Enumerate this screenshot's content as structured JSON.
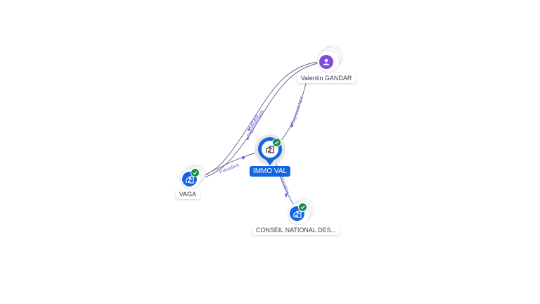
{
  "graph": {
    "nodes": [
      {
        "id": "immo_val",
        "label": "IMMO VAL",
        "type": "company",
        "selected": true,
        "verified": true,
        "icon": "building-icon"
      },
      {
        "id": "valentin",
        "label": "Valentin GANDAR",
        "type": "person",
        "selected": false,
        "verified": false,
        "icon": "person-icon"
      },
      {
        "id": "vaga",
        "label": "VAGA",
        "type": "company",
        "selected": false,
        "verified": true,
        "icon": "building-icon"
      },
      {
        "id": "cnd",
        "label": "CONSEIL NATIONAL DES...",
        "type": "company",
        "selected": false,
        "verified": true,
        "icon": "building-icon"
      }
    ],
    "edges": [
      {
        "from": "valentin",
        "to": "vaga",
        "labels": [
          "Gérant",
          "Représentant"
        ]
      },
      {
        "from": "valentin",
        "to": "immo_val",
        "labels": [
          "Représentant"
        ]
      },
      {
        "from": "vaga",
        "to": "immo_val",
        "labels": [
          "Président"
        ]
      },
      {
        "from": "immo_val",
        "to": "cnd",
        "labels": [
          "Membre"
        ]
      }
    ]
  },
  "colors": {
    "company": "#1565e0",
    "person": "#7c4ddb",
    "verified": "#1e8a4c",
    "edge": "#5c5f86",
    "edge_label": "#6b64d8"
  }
}
